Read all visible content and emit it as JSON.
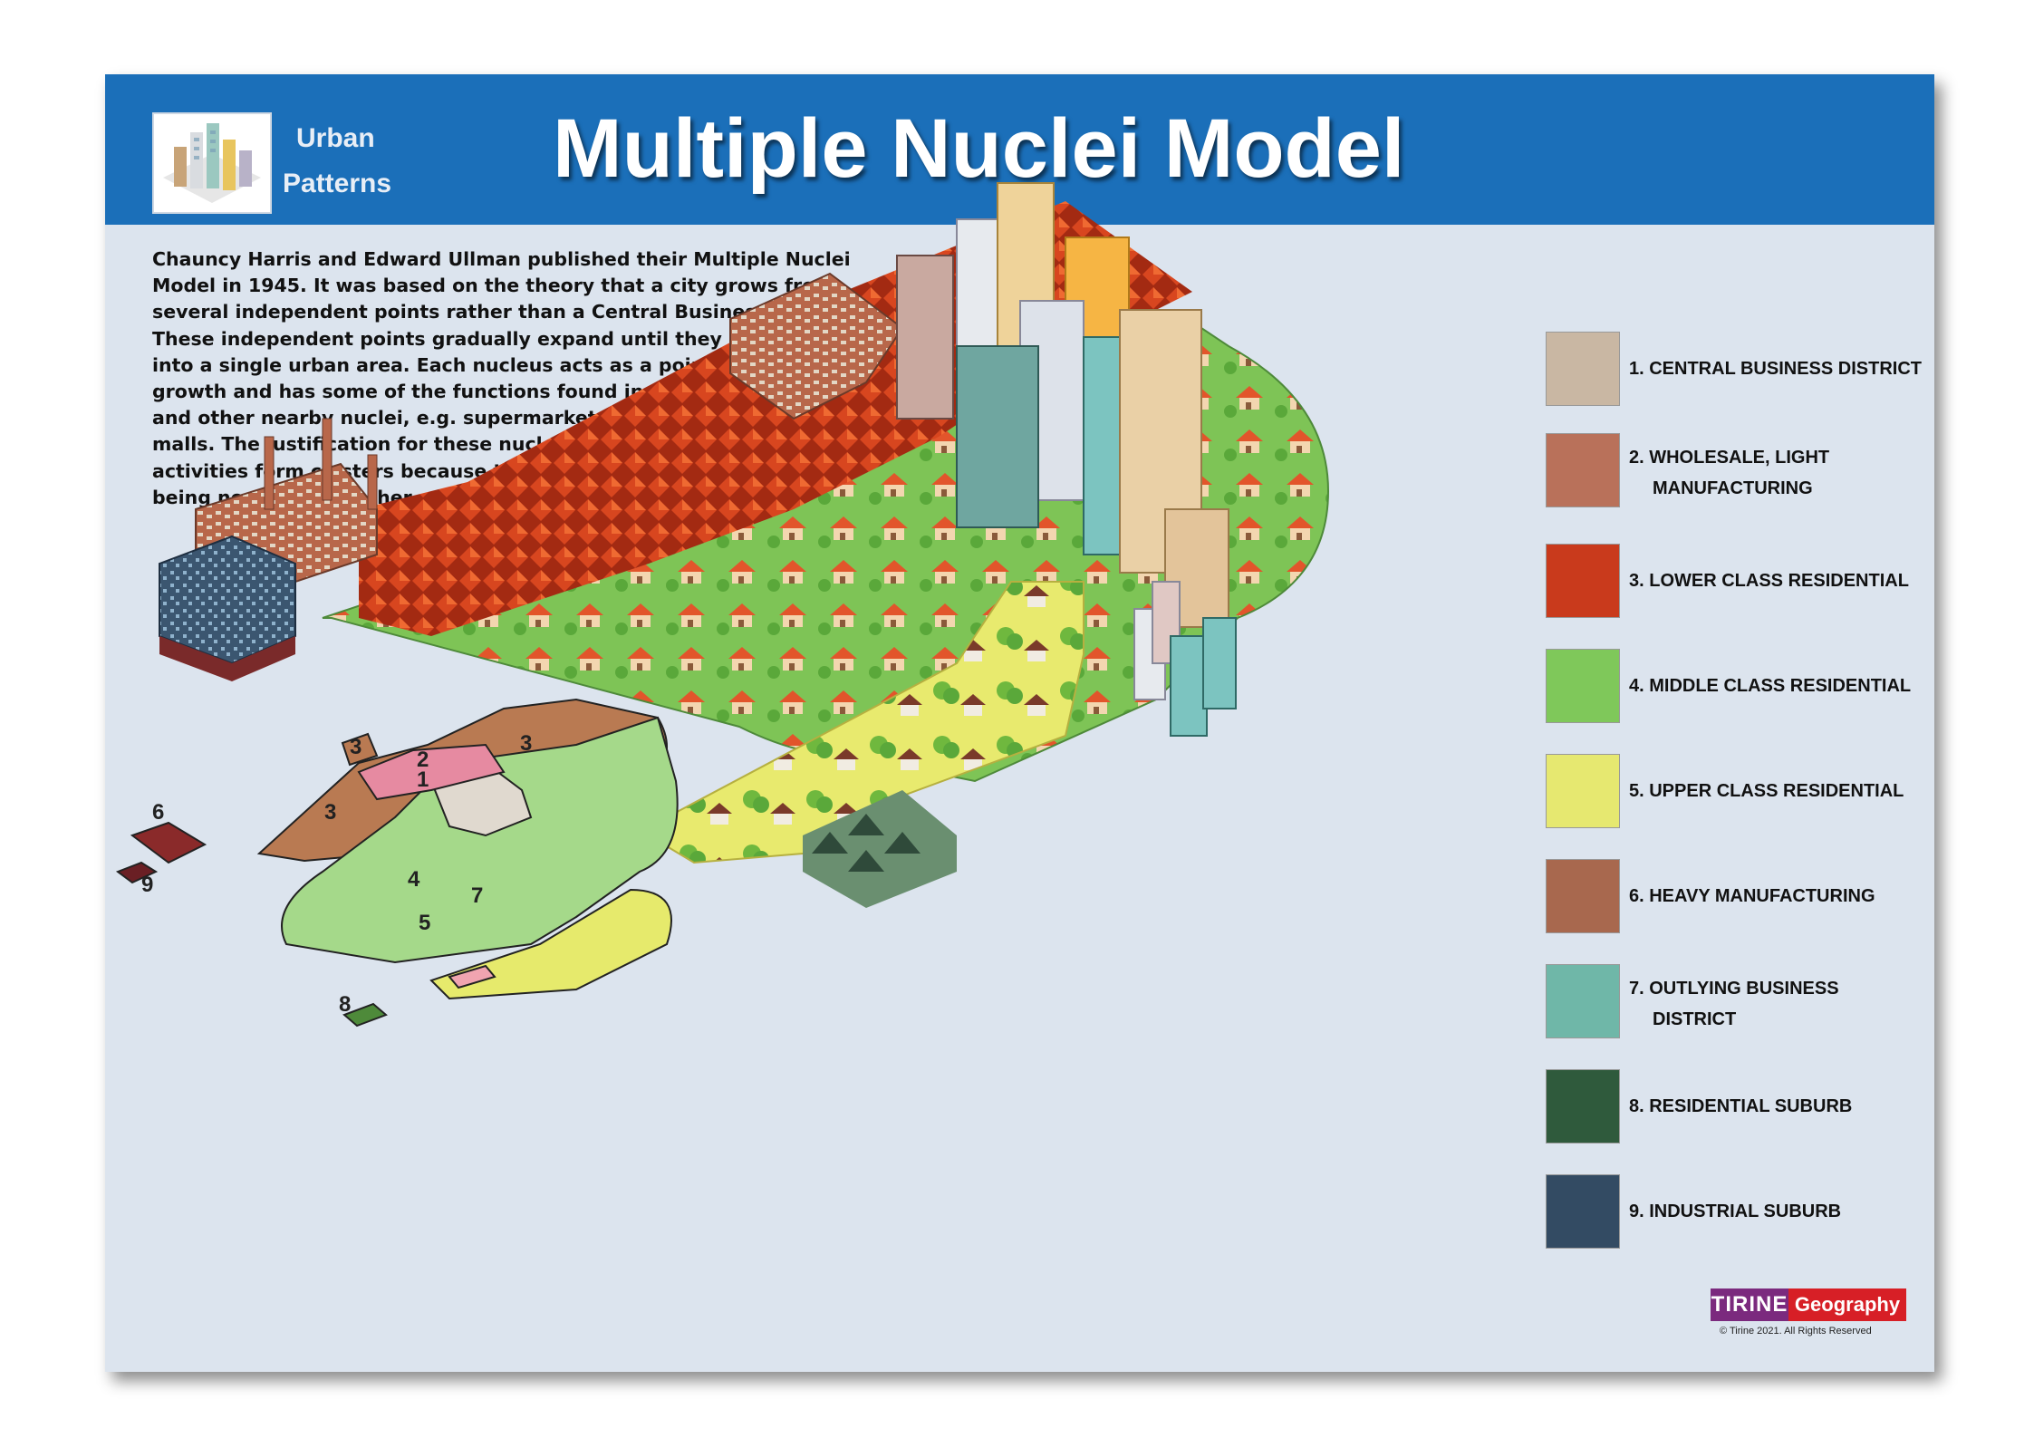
{
  "header": {
    "series_line1": "Urban",
    "series_line2": "Patterns",
    "title": "Multiple Nuclei Model"
  },
  "description": [
    "Chauncy Harris and Edward Ullman published their Multiple Nuclei",
    "Model in 1945. It was based on the theory that a city grows from",
    "several independent points rather than a Central Business District.",
    "These independent points gradually expand until they merge",
    "into a single urban area. Each nucleus acts as a point of",
    "growth and has some of the functions found in the CBD",
    "and other nearby nuclei, e.g. supermarkets, banks and",
    "malls. The justification for these nuclei is that some",
    "activities form clusters because they profit from",
    "being near to each other, e.g. heavy industry."
  ],
  "legend": [
    {
      "line1": "1. CENTRAL BUSINESS DISTRICT",
      "line2": "",
      "color": "#c9b7a3",
      "icon": "cbd-icon"
    },
    {
      "line1": "2. WHOLESALE, LIGHT",
      "line2": "MANUFACTURING",
      "color": "#b9715a",
      "icon": "wholesale-icon"
    },
    {
      "line1": "3. LOWER CLASS RESIDENTIAL",
      "line2": "",
      "color": "#c93a1c",
      "icon": "lower-class-icon"
    },
    {
      "line1": "4. MIDDLE CLASS RESIDENTIAL",
      "line2": "",
      "color": "#7fc85a",
      "icon": "middle-class-icon"
    },
    {
      "line1": "5. UPPER CLASS RESIDENTIAL",
      "line2": "",
      "color": "#e6e870",
      "icon": "upper-class-icon"
    },
    {
      "line1": "6. HEAVY MANUFACTURING",
      "line2": "",
      "color": "#a8684e",
      "icon": "heavy-manufacturing-icon"
    },
    {
      "line1": "7. OUTLYING BUSINESS",
      "line2": "DISTRICT",
      "color": "#6fb7a8",
      "icon": "outlying-business-icon"
    },
    {
      "line1": "8. RESIDENTIAL SUBURB",
      "line2": "",
      "color": "#2f5a3c",
      "icon": "residential-suburb-icon"
    },
    {
      "line1": "9. INDUSTRIAL SUBURB",
      "line2": "",
      "color": "#334b63",
      "icon": "industrial-suburb-icon"
    }
  ],
  "map_labels": {
    "n1": "1",
    "n2": "2",
    "n3a": "3",
    "n3b": "3",
    "n3c": "3",
    "n4": "4",
    "n5": "5",
    "n6": "6",
    "n7": "7",
    "n8": "8",
    "n9": "9"
  },
  "map_colors": {
    "cbd": "#e0d9cf",
    "wholesale": "#e68aa1",
    "lower_class": "#b97a52",
    "middle_class": "#a5d98a",
    "upper_class": "#e6ea6c",
    "heavy_manufacturing": "#8a2a2a",
    "industrial_suburb": "#6a1f24",
    "residential_suburb": "#4e8a3a",
    "outlying_business": "#f0a4b0"
  },
  "footer": {
    "brand_a": "TIRINE",
    "brand_b": "Geography",
    "copyright": "© Tirine 2021. All Rights Reserved"
  }
}
